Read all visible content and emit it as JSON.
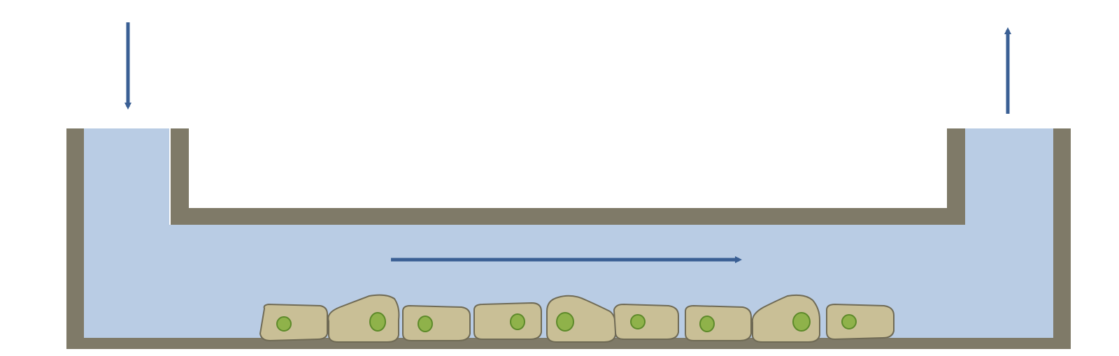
{
  "diagram": {
    "type": "flow-chamber-schematic",
    "cell_count": 9,
    "arrows": {
      "inlet_direction": "down",
      "outlet_direction": "up",
      "flow_direction": "right"
    },
    "colors": {
      "background": "#ffffff",
      "medium": "#b9cce4",
      "wall": "#7f7a68",
      "arrow": "#3a5f94",
      "cell_body": "#c9bf96",
      "cell_outline": "#6f6a55",
      "nucleus_fill": "#8fb24a",
      "nucleus_outline": "#5d8a2a"
    }
  }
}
